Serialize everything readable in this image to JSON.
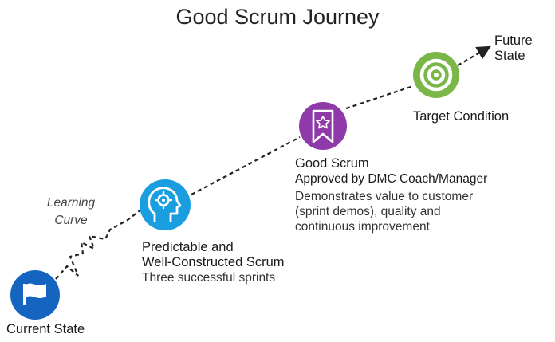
{
  "title": "Good Scrum Journey",
  "colors": {
    "current": "#1565c0",
    "predictable": "#1a9ee0",
    "good": "#8e3aa8",
    "target": "#7ab648",
    "path": "#222222"
  },
  "icons": {
    "current": "flag-icon",
    "predictable": "head-gear-icon",
    "good": "ribbon-star-icon",
    "target": "target-icon"
  },
  "learning_curve": {
    "line1": "Learning",
    "line2": "Curve"
  },
  "current_state": {
    "label": "Current State"
  },
  "predictable": {
    "line1": "Predictable and",
    "line2": "Well-Constructed Scrum",
    "detail": "Three successful sprints"
  },
  "good_scrum": {
    "label": "Good Scrum",
    "approved": "Approved by DMC Coach/Manager",
    "desc1": "Demonstrates value to customer",
    "desc2": "(sprint demos), quality and",
    "desc3": "continuous improvement"
  },
  "target": {
    "label": "Target Condition"
  },
  "future": {
    "line1": "Future",
    "line2": "State"
  }
}
